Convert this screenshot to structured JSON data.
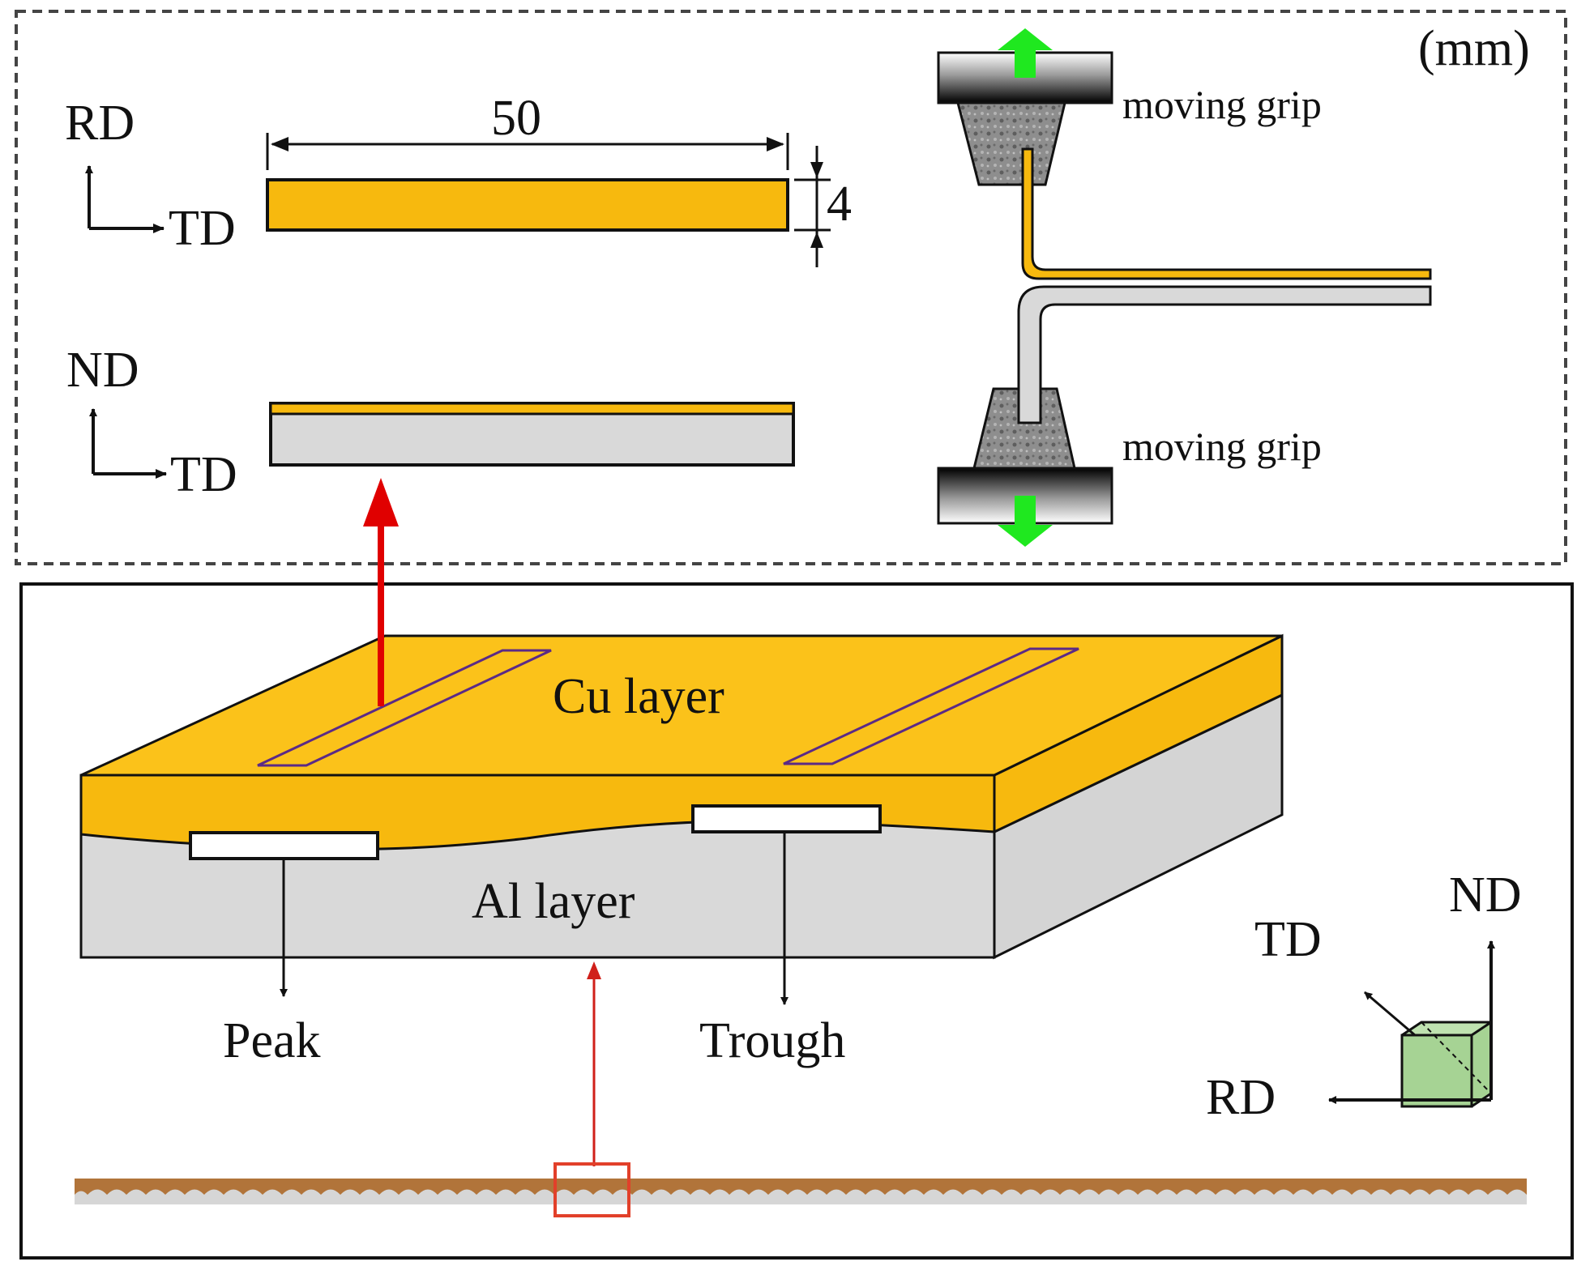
{
  "labels": {
    "unit": "(mm)",
    "top_view_axes": {
      "vertical": "RD",
      "horizontal": "TD"
    },
    "side_view_axes": {
      "vertical": "ND",
      "horizontal": "TD"
    },
    "dimension_length": "50",
    "dimension_width": "4",
    "grip_top": "moving grip",
    "grip_bottom": "moving grip",
    "cu_layer": "Cu layer",
    "al_layer": "Al layer",
    "peak": "Peak",
    "trough": "Trough",
    "triad": {
      "nd": "ND",
      "td": "TD",
      "rd": "RD"
    }
  },
  "colors": {
    "cu": "#F7B90E",
    "cu_top": "#FBC21A",
    "al": "#D9D9D9",
    "al_side": "#CFCFCF",
    "red_arrow": "#E00000",
    "green_arrow": "#1FE81F",
    "triad_cube": "#A6D394",
    "wavy_cu": "#B1743A",
    "highlight_box": "#E2402A"
  }
}
